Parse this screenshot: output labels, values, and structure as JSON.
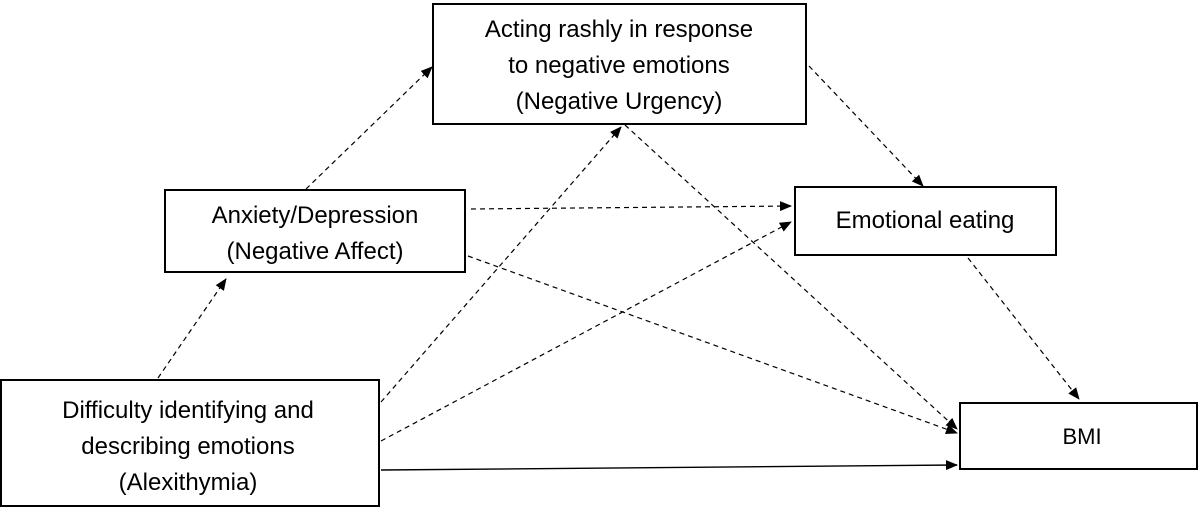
{
  "nodes": {
    "negative_urgency": {
      "line1": "Acting rashly in response",
      "line2": "to negative emotions",
      "line3": "(Negative Urgency)"
    },
    "negative_affect": {
      "line1": "Anxiety/Depression",
      "line2": "(Negative Affect)"
    },
    "emotional_eating": {
      "line1": "Emotional eating"
    },
    "alexithymia": {
      "line1": "Difficulty identifying and",
      "line2": "describing emotions",
      "line3": "(Alexithymia)"
    },
    "bmi": {
      "line1": "BMI"
    }
  },
  "edges": [
    {
      "from": "negative_affect",
      "to": "negative_urgency",
      "style": "dashed"
    },
    {
      "from": "negative_affect",
      "to": "emotional_eating",
      "style": "dashed"
    },
    {
      "from": "negative_affect",
      "to": "bmi",
      "style": "dashed"
    },
    {
      "from": "negative_urgency",
      "to": "emotional_eating",
      "style": "dashed"
    },
    {
      "from": "negative_urgency",
      "to": "bmi",
      "style": "dashed"
    },
    {
      "from": "emotional_eating",
      "to": "bmi",
      "style": "dashed"
    },
    {
      "from": "alexithymia",
      "to": "negative_affect",
      "style": "dashed"
    },
    {
      "from": "alexithymia",
      "to": "negative_urgency",
      "style": "dashed"
    },
    {
      "from": "alexithymia",
      "to": "emotional_eating",
      "style": "dashed"
    },
    {
      "from": "alexithymia",
      "to": "bmi",
      "style": "solid"
    }
  ]
}
